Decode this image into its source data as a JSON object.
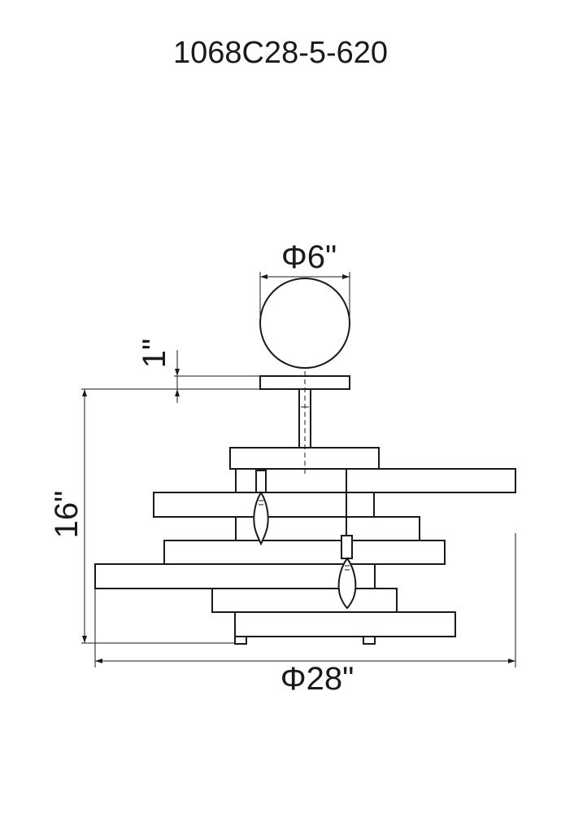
{
  "title": "1068C28-5-620",
  "dimensions": {
    "canopy_diameter": "Φ6\"",
    "canopy_thickness": "1\"",
    "height": "16\"",
    "fixture_diameter": "Φ28\""
  },
  "colors": {
    "line": "#1a1a1a",
    "background": "#ffffff"
  }
}
